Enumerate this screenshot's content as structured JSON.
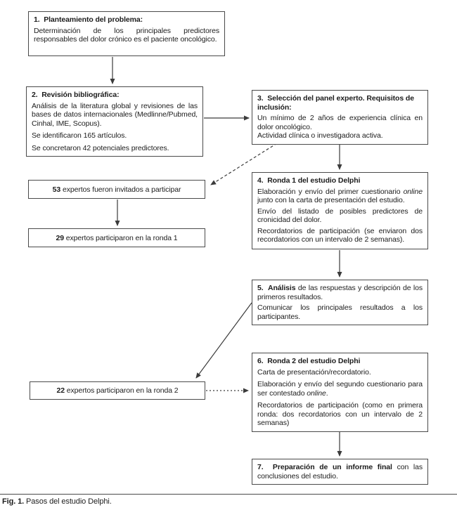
{
  "figure": {
    "caption_label": "Fig. 1.",
    "caption_text": " Pasos del estudio Delphi."
  },
  "colors": {
    "line": "#4a4a4a",
    "text": "#1c1c1c",
    "background": "#ffffff"
  },
  "boxes": {
    "step1": {
      "title": "1.  Planteamiento del problema:",
      "p1": "Determinación de los principales predictores responsables del dolor crónico es el paciente oncológico."
    },
    "step2": {
      "title": "2.  Revisión bibliográfica:",
      "p1": "Análisis de la literatura global y revisiones de las bases de datos internacionales (Medlinne/Pubmed, Cinhal, IME, Scopus).",
      "p2": "Se identificaron 165 artículos.",
      "p3": "Se concretaron 42 potenciales predictores."
    },
    "step3": {
      "title": "3.  Selección del panel experto. Requisitos de inclusión:",
      "p1": "Un mínimo de 2 años de experiencia clínica en dolor oncológico.",
      "p2": "Actividad clínica o investigadora activa."
    },
    "step4": {
      "title": "4.  Ronda 1 del estudio Delphi",
      "p1_pre": "Elaboración y envío del primer cuestionario ",
      "p1_italic": "online",
      "p1_post": " junto con la carta de presentación del estudio.",
      "p2": "Envío del listado de posibles predictores de cronicidad del dolor.",
      "p3": "Recordatorios de participación (se enviaron dos recordatorios con un intervalo de 2 semanas)."
    },
    "step5": {
      "title_bold": "5.  Análisis",
      "p1_rest": " de las respuestas y descripción de los primeros resultados.",
      "p2": "Comunicar los principales resultados a los participantes."
    },
    "step6": {
      "title": "6.  Ronda 2 del estudio Delphi",
      "p1": "Carta de presentación/recordatorio.",
      "p2_pre": "Elaboración y envío del segundo cuestionario para ser contestado ",
      "p2_italic": "online",
      "p2_post": ".",
      "p3": "Recordatorios de participación (como en primera ronda: dos recordatorios con un intervalo de 2 semanas)"
    },
    "step7": {
      "title_bold": "7.  Preparación de un informe final",
      "rest": " con las conclusiones del estudio."
    },
    "experts53": {
      "num": "53",
      "rest": " expertos fueron invitados a participar"
    },
    "experts29": {
      "num": "29",
      "rest": " expertos participaron en la ronda 1"
    },
    "experts22": {
      "num": "22",
      "rest": " expertos participaron en la ronda 2"
    }
  }
}
